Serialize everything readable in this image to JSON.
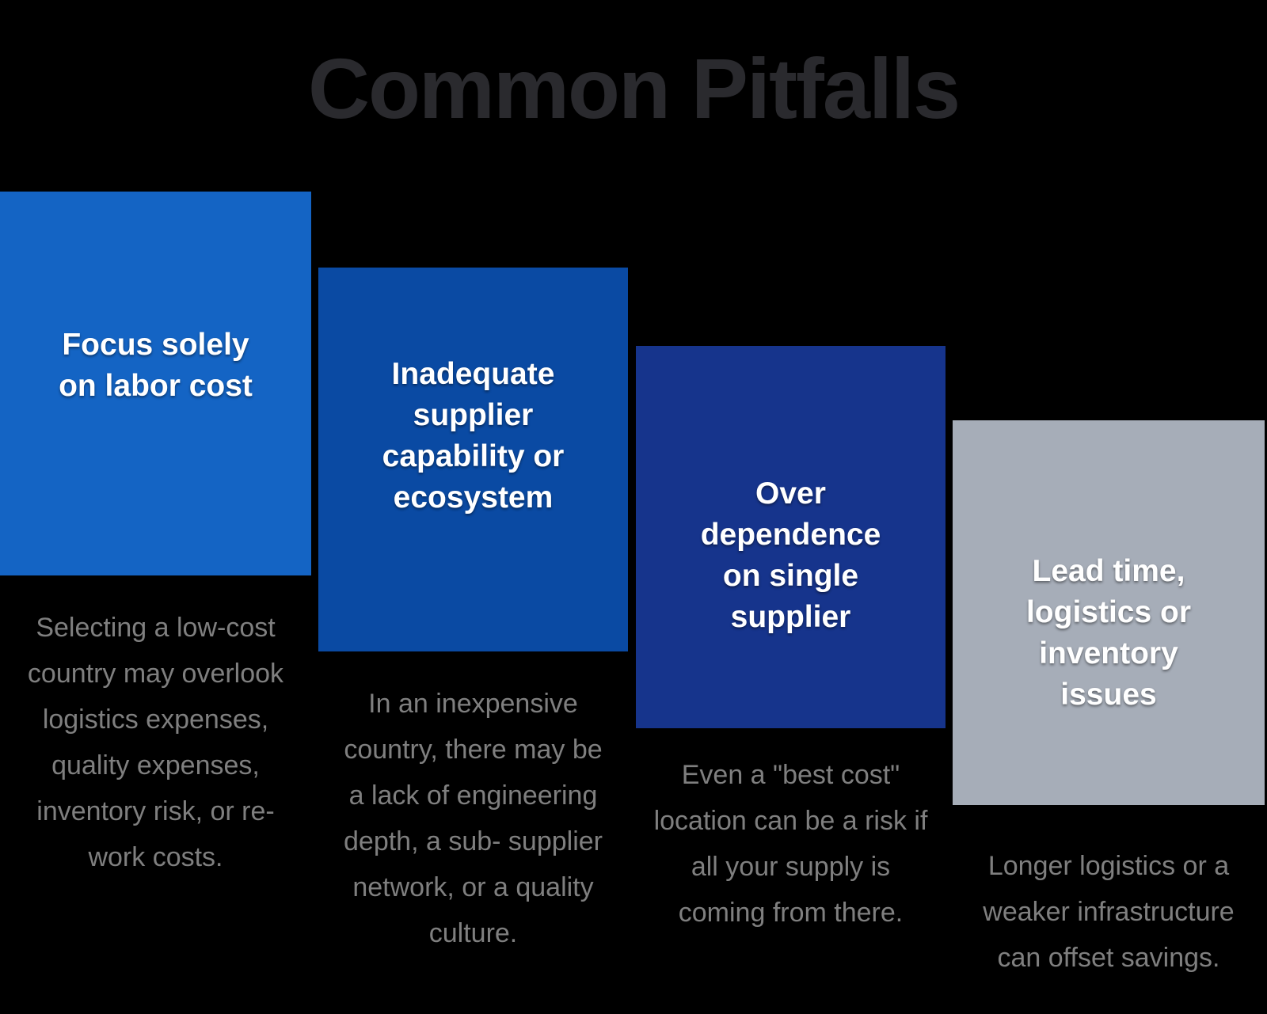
{
  "title": "Common Pitfalls",
  "colors": {
    "background": "#000000",
    "title_text": "#2A2A2E",
    "description_text": "#7F7F7F",
    "heading_text": "#FFFFFF"
  },
  "pitfalls": [
    {
      "heading_lines": [
        "Focus solely",
        "on labor cost"
      ],
      "description_lines": [
        "Selecting a low-cost",
        "country may overlook",
        "logistics expenses,",
        "quality expenses,",
        "inventory risk, or re-",
        "work costs."
      ],
      "box_color": "#1464C4"
    },
    {
      "heading_lines": [
        "Inadequate",
        "supplier",
        "capability or",
        "ecosystem"
      ],
      "description_lines": [
        "In an inexpensive",
        "country, there may be",
        "a lack of engineering",
        "depth, a sub- supplier",
        "network, or a quality",
        "culture."
      ],
      "box_color": "#0A4AA3"
    },
    {
      "heading_lines": [
        "Over",
        "dependence",
        "on single",
        "supplier"
      ],
      "description_lines": [
        "Even a \"best cost\"",
        "location can be a risk if",
        "all your supply is",
        "coming from there."
      ],
      "box_color": "#16348C"
    },
    {
      "heading_lines": [
        "Lead time,",
        "logistics or",
        "inventory",
        "issues"
      ],
      "description_lines": [
        "Longer logistics or a",
        "weaker infrastructure",
        "can offset savings."
      ],
      "box_color": "#A6ADB8"
    }
  ]
}
